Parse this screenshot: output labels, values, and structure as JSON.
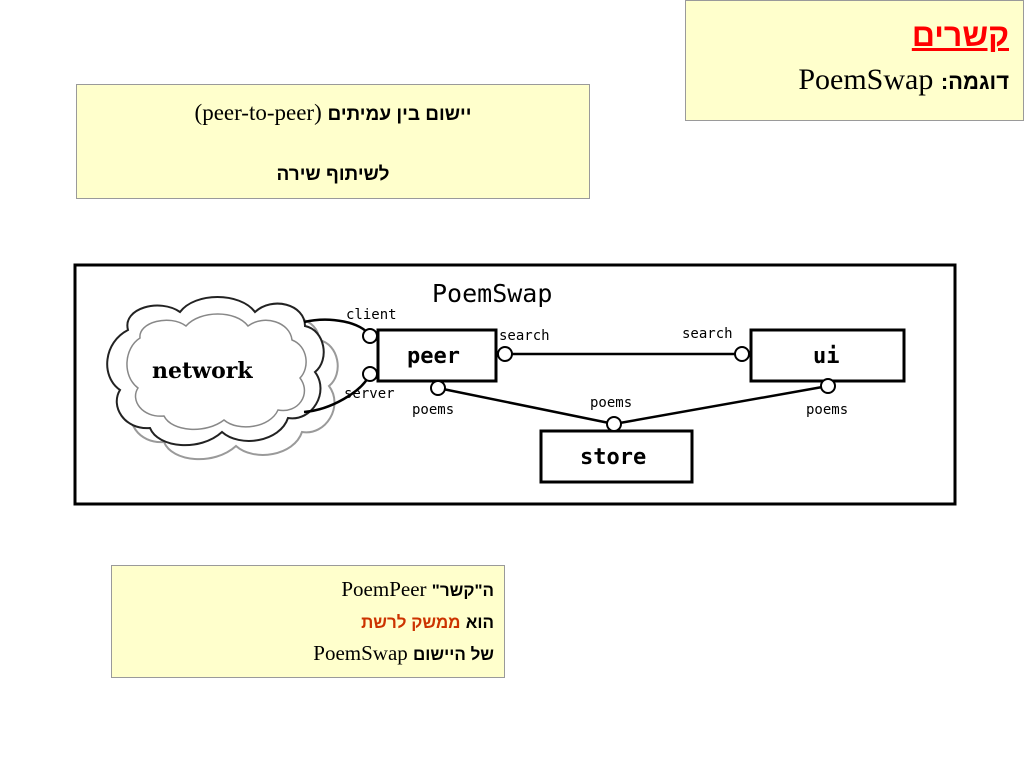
{
  "title": "קשרים",
  "subtitle": {
    "label": "דוגמה:",
    "name": "PoemSwap"
  },
  "description": {
    "line1_he": "יישום בין עמיתים",
    "line1_paren": "(peer-to-peer)",
    "line2": "לשיתוף שירה"
  },
  "diagram": {
    "title": "PoemSwap",
    "cloud_label": "network",
    "components": {
      "peer": "peer",
      "ui": "ui",
      "store": "store"
    },
    "ports": {
      "client": "client",
      "server": "server",
      "peer_search": "search",
      "ui_search": "search",
      "peer_poems": "poems",
      "store_poems": "poems",
      "ui_poems": "poems"
    }
  },
  "note": {
    "line1_he": "ה\"קשר\"",
    "line1_name": "PoemPeer",
    "line2_he": "הוא",
    "line2_highlight": "ממשק לרשת",
    "line3_he": "של היישום",
    "line3_name": "PoemSwap"
  },
  "colors": {
    "panel_bg": "#ffffcc",
    "title_red": "#ff0000",
    "highlight": "#cc3300"
  }
}
